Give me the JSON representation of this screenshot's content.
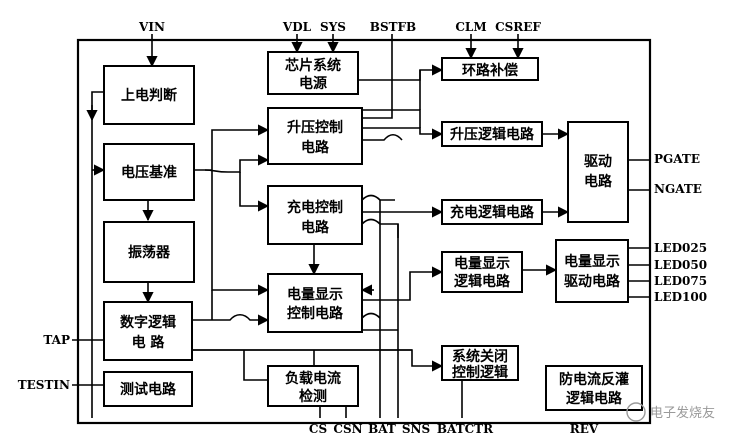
{
  "blocks": {
    "power_on_detect": "上电判断",
    "voltage_ref": "电压基准",
    "oscillator": "振荡器",
    "digital_logic": [
      "数字逻辑",
      "电  路"
    ],
    "test_circuit": "测试电路",
    "chip_power": [
      "芯片系统",
      "电源"
    ],
    "boost_ctrl": [
      "升压控制",
      "电路"
    ],
    "charge_ctrl": [
      "充电控制",
      "电路"
    ],
    "fuel_disp_ctrl": [
      "电量显示",
      "控制电路"
    ],
    "load_current": [
      "负载电流",
      "检测"
    ],
    "loop_comp": "环路补偿",
    "boost_logic": "升压逻辑电路",
    "charge_logic": "充电逻辑电路",
    "fuel_disp_logic": [
      "电量显示",
      "逻辑电路"
    ],
    "sys_shutdown": [
      "系统关闭",
      "控制逻辑"
    ],
    "driver": [
      "驱动",
      "电路"
    ],
    "fuel_disp_driver": [
      "电量显示",
      "驱动电路"
    ],
    "reverse_protect": [
      "防电流反灌",
      "逻辑电路"
    ]
  },
  "pins": {
    "vin": "VIN",
    "vdl": "VDL",
    "sys": "SYS",
    "bstfb": "BSTFB",
    "clm": "CLM",
    "csref": "CSREF",
    "pgate": "PGATE",
    "ngate": "NGATE",
    "led025": "LED025",
    "led050": "LED050",
    "led075": "LED075",
    "led100": "LED100",
    "tap": "TAP",
    "testin": "TESTIN",
    "cs": "CS",
    "csn": "CSN",
    "bat": "BAT",
    "sns": "SNS",
    "batctr": "BATCTR",
    "rev": "REV"
  },
  "watermark": "电子发烧友",
  "colors": {
    "line": "#000000",
    "background": "#ffffff",
    "watermark": "#9a9a9a"
  }
}
